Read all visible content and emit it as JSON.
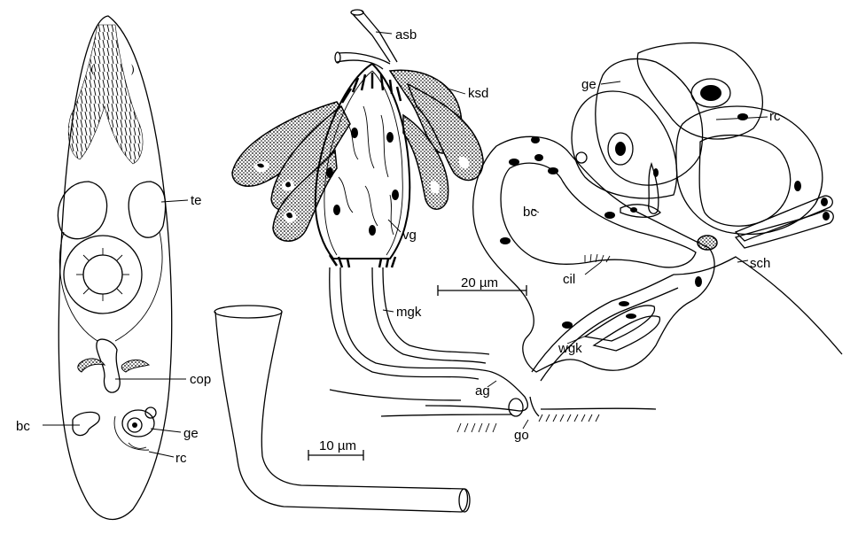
{
  "labels": {
    "asb": "asb",
    "ksd": "ksd",
    "vg": "vg",
    "mgk": "mgk",
    "te": "te",
    "cop": "cop",
    "bc_left": "bc",
    "ge_left": "ge",
    "rc_left": "rc",
    "ge_right": "ge",
    "rc_right": "rc",
    "bc_right": "bc",
    "sch": "sch",
    "cil": "cil",
    "wgk": "wgk",
    "ag": "ag",
    "go": "go"
  },
  "scalebars": {
    "large": "20 µm",
    "small": "10 µm"
  }
}
